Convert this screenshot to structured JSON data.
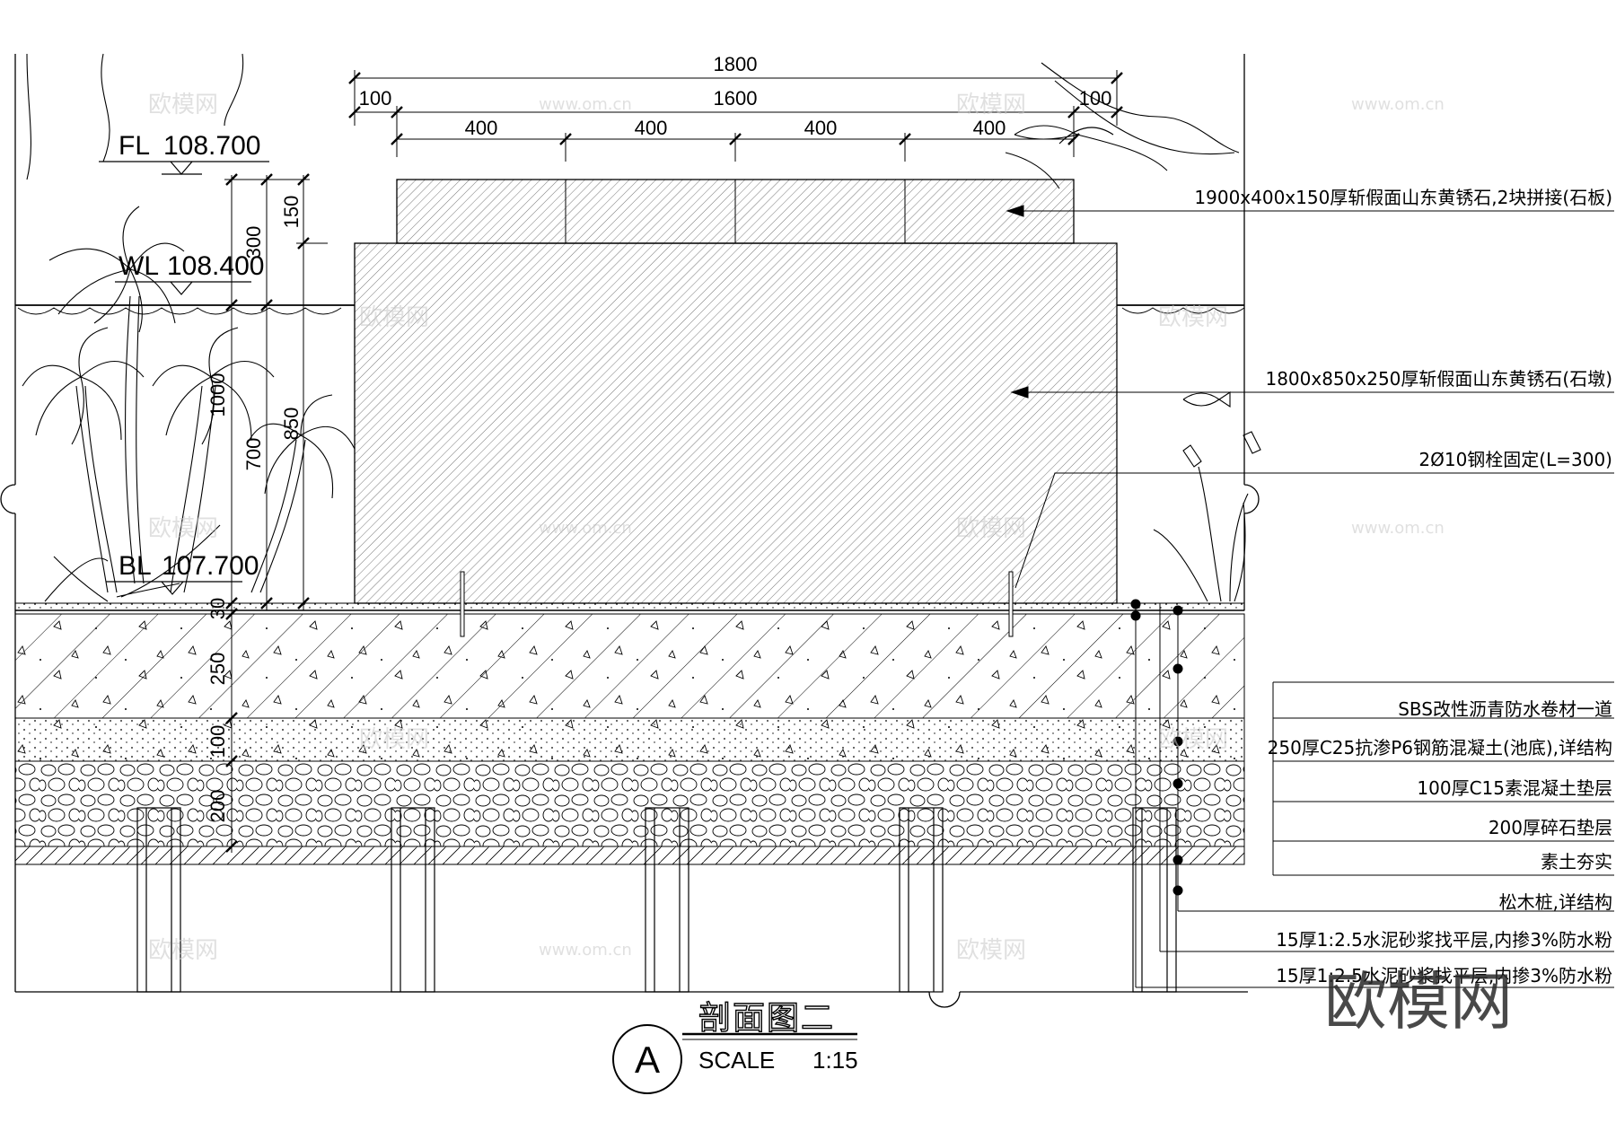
{
  "dimensions_top": {
    "overall": "1800",
    "inner": "1600",
    "offset_left": "100",
    "offset_right": "100",
    "seg1": "400",
    "seg2": "400",
    "seg3": "400",
    "seg4": "400"
  },
  "levels": {
    "fl": {
      "tag": "FL",
      "value": "108.700"
    },
    "wl": {
      "tag": "WL",
      "value": "108.400"
    },
    "bl": {
      "tag": "BL",
      "value": "107.700"
    }
  },
  "dimensions_vertical": {
    "d150": "150",
    "d300": "300",
    "d1000": "1000",
    "d850": "850",
    "d700": "700",
    "d30": "30",
    "d250": "250",
    "d100": "100",
    "d200": "200"
  },
  "notes": {
    "slab": "1900x400x150厚斩假面山东黄锈石,2块拼接(石板)",
    "pier": "1800x850x250厚斩假面山东黄锈石(石墩)",
    "bolt": "2Ø10钢栓固定(L=300)"
  },
  "layers": [
    "SBS改性沥青防水卷材一道",
    "250厚C25抗渗P6钢筋混凝土(池底),详结构",
    "100厚C15素混凝土垫层",
    "200厚碎石垫层",
    "素土夯实",
    "松木桩,详结构",
    "15厚1:2.5水泥砂浆找平层,内掺3%防水粉",
    "15厚1:2.5水泥砂浆找平层,内掺3%防水粉"
  ],
  "title": {
    "symbol": "A",
    "name": "剖面图二",
    "scale_label": "SCALE",
    "scale_value": "1:15"
  },
  "watermark": {
    "brand": "欧模网",
    "url": "www.om.cn"
  }
}
